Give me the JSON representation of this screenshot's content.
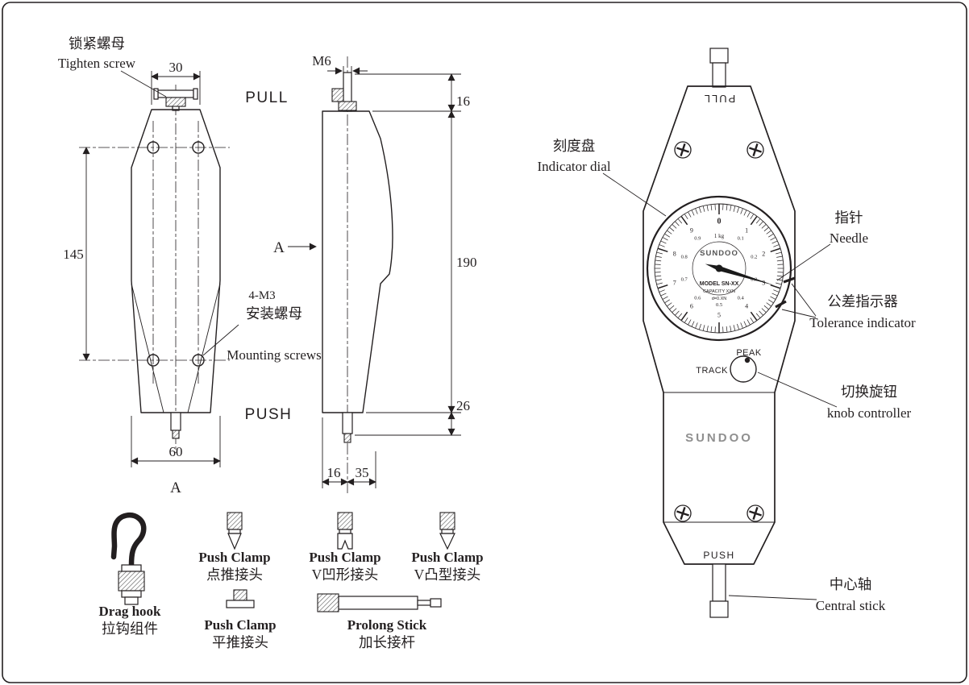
{
  "colors": {
    "background": "#ffffff",
    "line": "#231f20",
    "brand_gray": "#8f8f8f"
  },
  "front_view": {
    "tighten_screw_zh": "锁紧螺母",
    "tighten_screw_en": "Tighten screw",
    "pull": "PULL",
    "push": "PUSH",
    "mount_spec": "4-M3",
    "mount_zh": "安装螺母",
    "mount_en": "Mounting screws",
    "section_label": "A",
    "dim_top_width": "30",
    "dim_hole_span": "145",
    "dim_bottom_width": "60"
  },
  "side_view": {
    "dim_thread": "M6",
    "dim_top": "16",
    "dim_height": "190",
    "dim_stem": "26",
    "dim_front": "16",
    "dim_back": "35",
    "section_arrow": "A"
  },
  "device": {
    "pull": "PULL",
    "push": "PUSH",
    "brand": "SUNDOO",
    "track": "TRACK",
    "peak": "PEAK",
    "dial": {
      "brand": "SUNDOO",
      "model": "MODEL SN-XX",
      "capacity": "CAPACITY XXN",
      "division": "d=0.XN",
      "unit": "1 kg",
      "outer_numbers": [
        "0",
        "1",
        "2",
        "3",
        "4",
        "5",
        "6",
        "7",
        "8",
        "9"
      ],
      "inner_numbers": [
        "0.1",
        "0.2",
        "0.3",
        "0.4",
        "0.5",
        "0.6",
        "0.7",
        "0.8",
        "0.9"
      ]
    }
  },
  "callouts": {
    "dial_zh": "刻度盘",
    "dial_en": "Indicator dial",
    "needle_zh": "指针",
    "needle_en": "Needle",
    "tolerance_zh": "公差指示器",
    "tolerance_en": "Tolerance indicator",
    "knob_zh": "切换旋钮",
    "knob_en": "knob controller",
    "stick_zh": "中心轴",
    "stick_en": "Central stick"
  },
  "accessories": {
    "items": [
      {
        "en": "Drag hook",
        "zh": "拉钩组件"
      },
      {
        "en": "Push Clamp",
        "zh": "点推接头"
      },
      {
        "en": "Push Clamp",
        "zh": "V凹形接头"
      },
      {
        "en": "Push Clamp",
        "zh": "V凸型接头"
      },
      {
        "en": "Push Clamp",
        "zh": "平推接头"
      },
      {
        "en": "Prolong Stick",
        "zh": "加长接杆"
      }
    ]
  }
}
